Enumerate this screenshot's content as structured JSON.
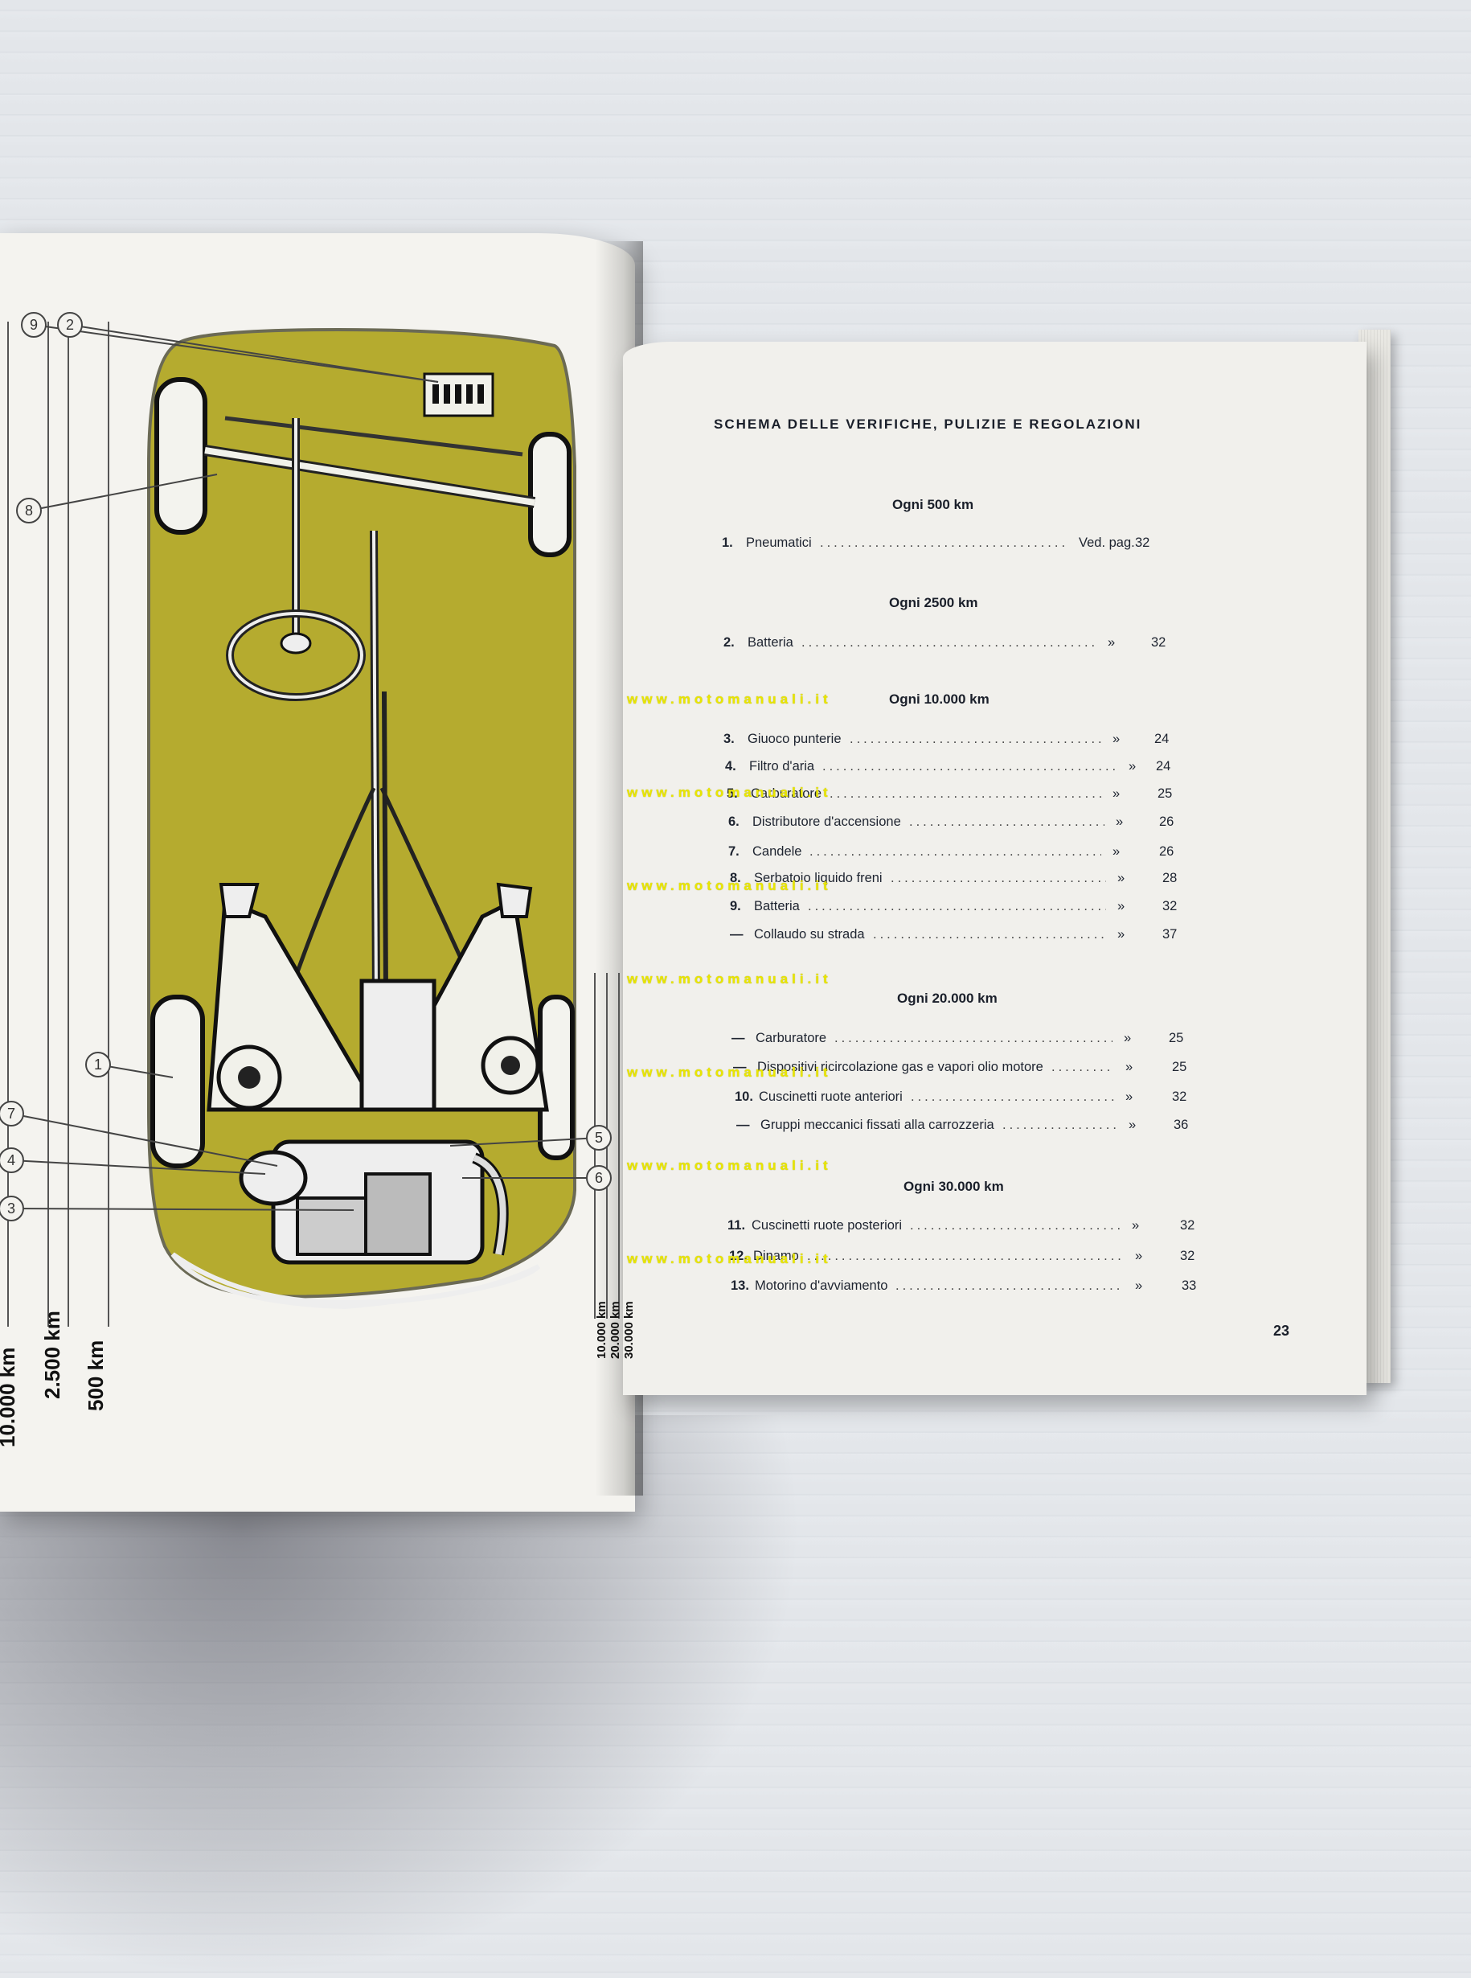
{
  "diagram": {
    "callouts": [
      "9",
      "2",
      "8",
      "1",
      "7",
      "4",
      "3",
      "5",
      "6"
    ],
    "left_axis_labels": [
      "10.000 km",
      "2.500 km",
      "500 km"
    ],
    "right_axis_labels": [
      "10.000 km",
      "20.000 km",
      "30.000 km"
    ]
  },
  "schedule": {
    "title": "SCHEMA DELLE VERIFICHE, PULIZIE E REGOLAZIONI",
    "sections": [
      {
        "heading": "Ogni 500 km",
        "items": [
          {
            "num": "1.",
            "label": "Pneumatici",
            "ref": "Ved. pag.",
            "page": "32"
          }
        ]
      },
      {
        "heading": "Ogni 2500 km",
        "items": [
          {
            "num": "2.",
            "label": "Batteria",
            "ref": "»",
            "page": "32"
          }
        ]
      },
      {
        "heading": "Ogni 10.000 km",
        "items": [
          {
            "num": "3.",
            "label": "Giuoco punterie",
            "ref": "»",
            "page": "24"
          },
          {
            "num": "4.",
            "label": "Filtro d'aria",
            "ref": "»",
            "page": "24"
          },
          {
            "num": "5.",
            "label": "Carburatore",
            "ref": "»",
            "page": "25"
          },
          {
            "num": "6.",
            "label": "Distributore d'accensione",
            "ref": "»",
            "page": "26"
          },
          {
            "num": "7.",
            "label": "Candele",
            "ref": "»",
            "page": "26"
          },
          {
            "num": "8.",
            "label": "Serbatoio liquido freni",
            "ref": "»",
            "page": "28"
          },
          {
            "num": "9.",
            "label": "Batteria",
            "ref": "»",
            "page": "32"
          },
          {
            "num": "—",
            "label": "Collaudo su strada",
            "ref": "»",
            "page": "37"
          }
        ]
      },
      {
        "heading": "Ogni 20.000 km",
        "items": [
          {
            "num": "—",
            "label": "Carburatore",
            "ref": "»",
            "page": "25"
          },
          {
            "num": "—",
            "label": "Dispositivi ricircolazione gas e vapori olio motore",
            "ref": "»",
            "page": "25"
          },
          {
            "num": "10.",
            "label": "Cuscinetti ruote anteriori",
            "ref": "»",
            "page": "32"
          },
          {
            "num": "—",
            "label": "Gruppi meccanici fissati alla carrozzeria",
            "ref": "»",
            "page": "36"
          }
        ]
      },
      {
        "heading": "Ogni 30.000 km",
        "items": [
          {
            "num": "11.",
            "label": "Cuscinetti ruote posteriori",
            "ref": "»",
            "page": "32"
          },
          {
            "num": "12.",
            "label": "Dinamo",
            "ref": "»",
            "page": "32"
          },
          {
            "num": "13.",
            "label": "Motorino d'avviamento",
            "ref": "»",
            "page": "33"
          }
        ]
      }
    ],
    "page_number": "23"
  },
  "watermark": "www.motomanuali.it",
  "colors": {
    "body_paint": "#b5ab2f",
    "page": "#f2f1ed",
    "watermark": "#e9e600"
  }
}
